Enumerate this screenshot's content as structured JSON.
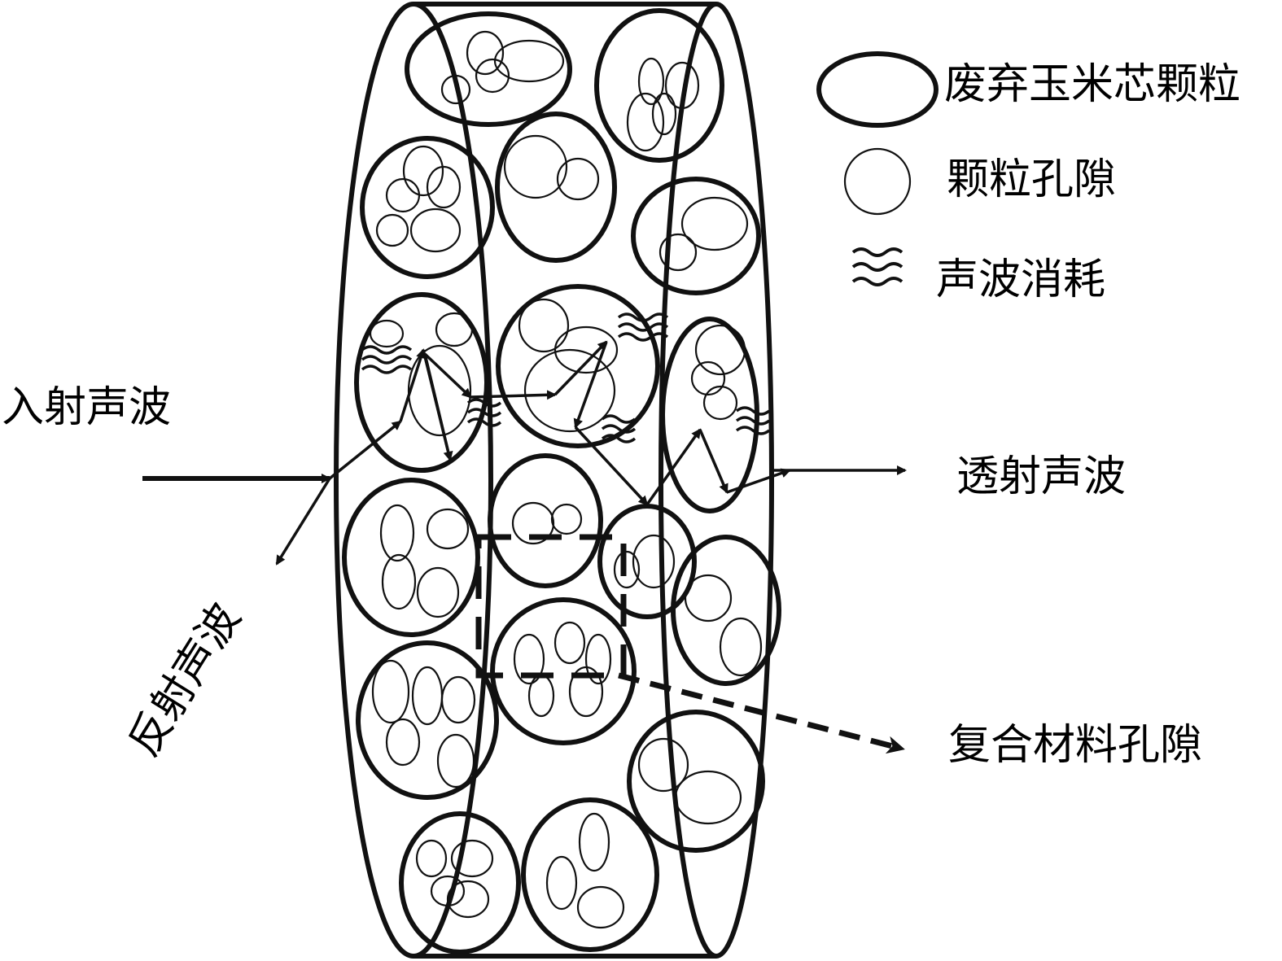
{
  "labels": {
    "incident": "入射声波",
    "reflected": "反射声波",
    "transmitted": "透射声波",
    "composite_pore": "复合材料孔隙"
  },
  "legend": {
    "particle": "废弃玉米芯颗粒",
    "particle_pore": "颗粒孔隙",
    "dissipation": "声波消耗"
  },
  "colors": {
    "ink": "#111111",
    "background": "#ffffff"
  }
}
